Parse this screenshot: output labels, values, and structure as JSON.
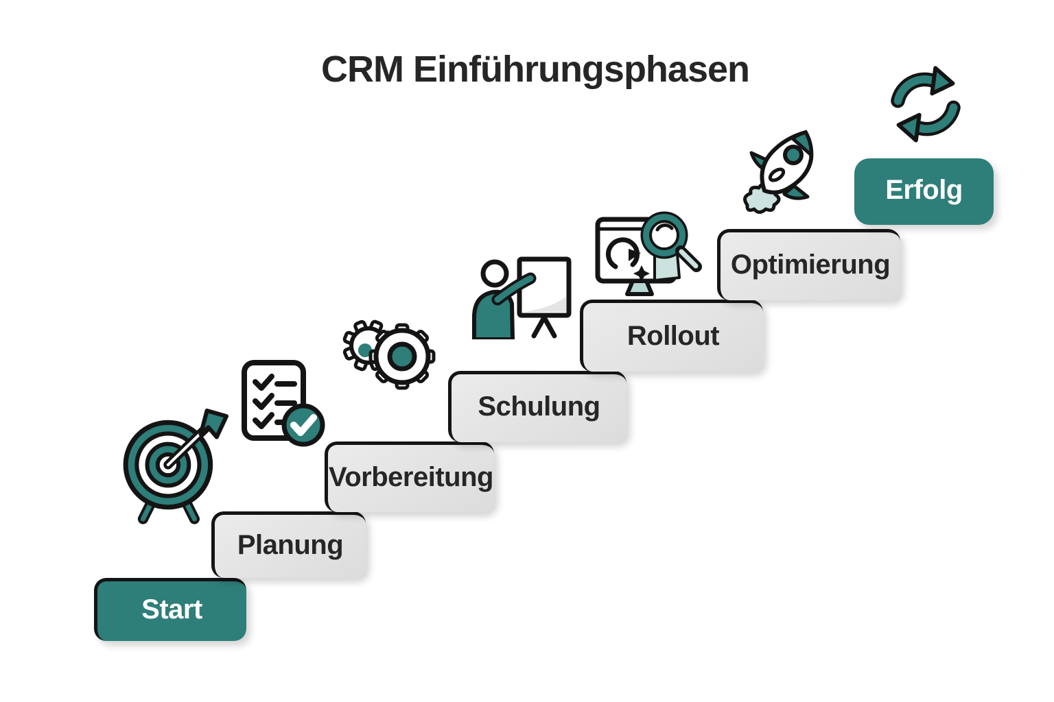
{
  "title": "CRM Einführungsphasen",
  "colors": {
    "accent": "#2E7E79",
    "accent_light": "#CBE2DF",
    "step_gray_1": "#EBEBEB",
    "step_gray_2": "#DCDCDC",
    "outline": "#141414",
    "text_dark": "#262626",
    "text_light": "#FFFFFF",
    "background": "#FFFFFF"
  },
  "steps": [
    {
      "label": "Start",
      "variant": "teal",
      "icon": "target-icon"
    },
    {
      "label": "Planung",
      "variant": "gray",
      "icon": "checklist-icon"
    },
    {
      "label": "Vorbereitung",
      "variant": "gray",
      "icon": "gears-icon"
    },
    {
      "label": "Schulung",
      "variant": "gray",
      "icon": "presenter-icon"
    },
    {
      "label": "Rollout",
      "variant": "gray",
      "icon": "monitor-search-icon"
    },
    {
      "label": "Optimierung",
      "variant": "gray",
      "icon": "rocket-icon"
    },
    {
      "label": "Erfolg",
      "variant": "teal",
      "icon": "refresh-icon"
    }
  ]
}
